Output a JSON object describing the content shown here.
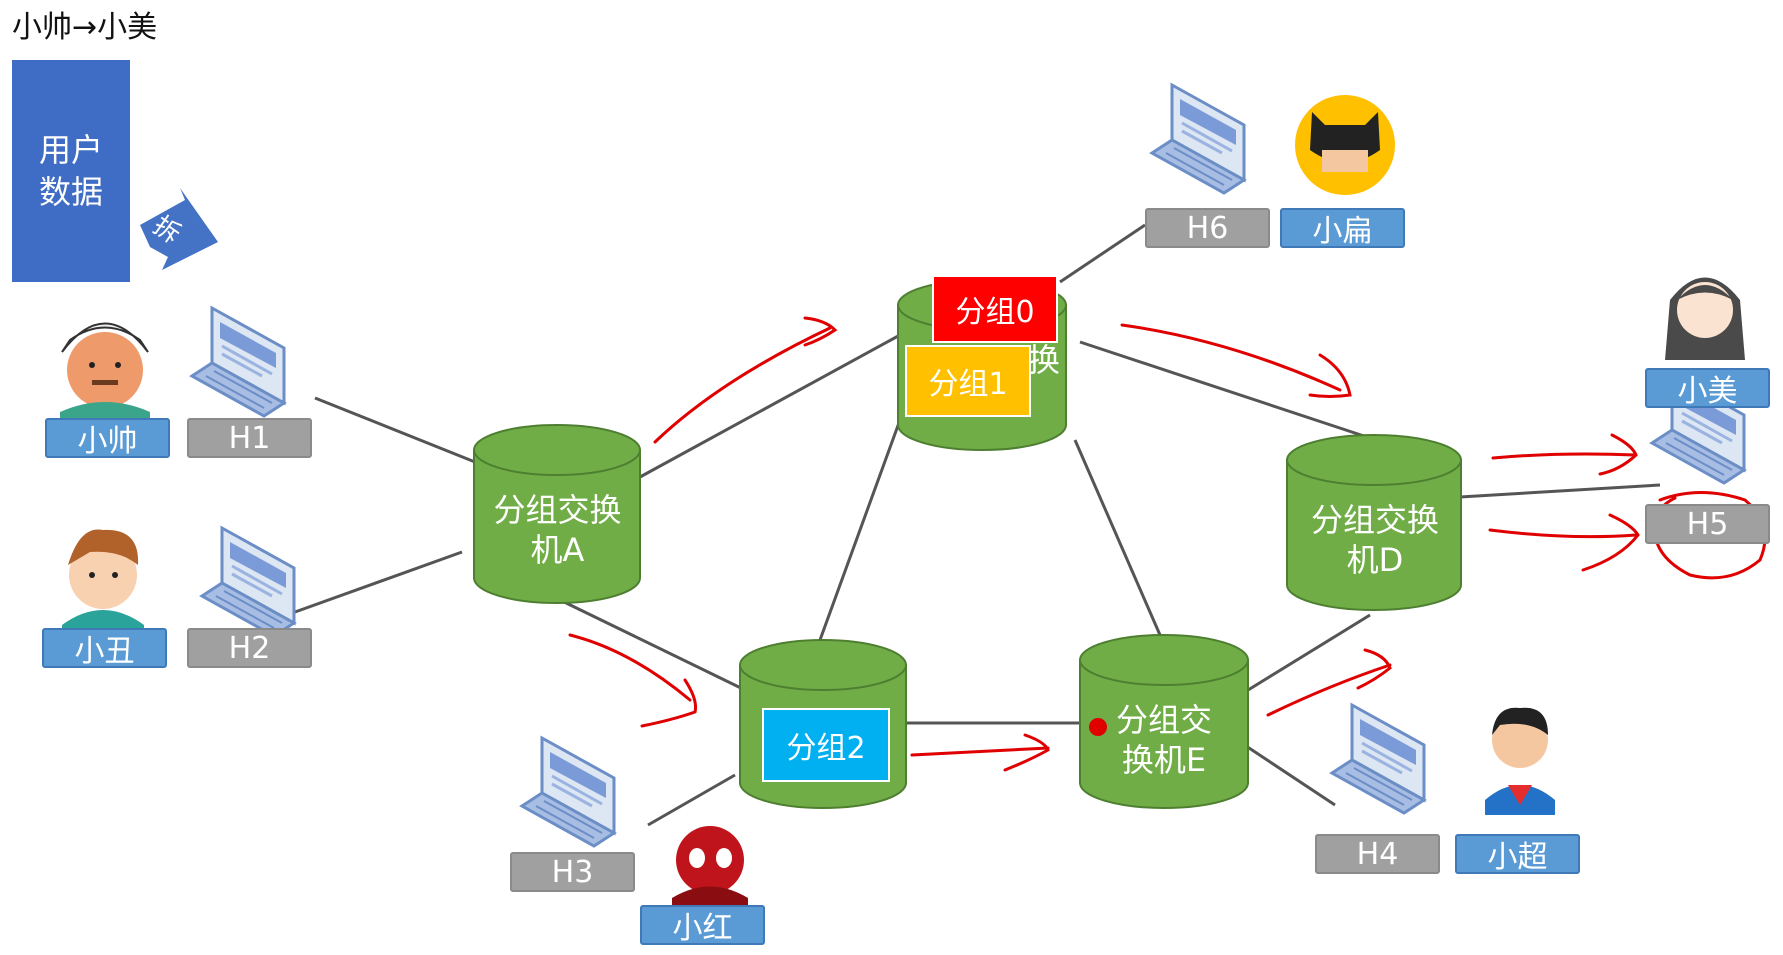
{
  "title": "小帅→小美",
  "user_data_block": {
    "line1": "用户",
    "line2": "数据"
  },
  "split_arrow_label": "拆",
  "switches": {
    "a": "分组交换机A",
    "b_partial": "换",
    "d": "分组交换机D",
    "e": "分组交换机E"
  },
  "packets": {
    "p0": "分组0",
    "p1": "分组1",
    "p2": "分组2"
  },
  "hosts": {
    "h1": "H1",
    "h2": "H2",
    "h3": "H3",
    "h4": "H4",
    "h5": "H5",
    "h6": "H6"
  },
  "users": {
    "shuai": "小帅",
    "chou": "小丑",
    "hong": "小红",
    "chao": "小超",
    "bian": "小扁",
    "mei": "小美"
  },
  "colors": {
    "switch_green": "#70ad47",
    "packet0": "#ff0000",
    "packet1": "#ffc000",
    "packet2": "#00b0f0",
    "user_label": "#5b9bd5",
    "host_label": "#a0a0a0",
    "annotation_red": "#e00000"
  }
}
